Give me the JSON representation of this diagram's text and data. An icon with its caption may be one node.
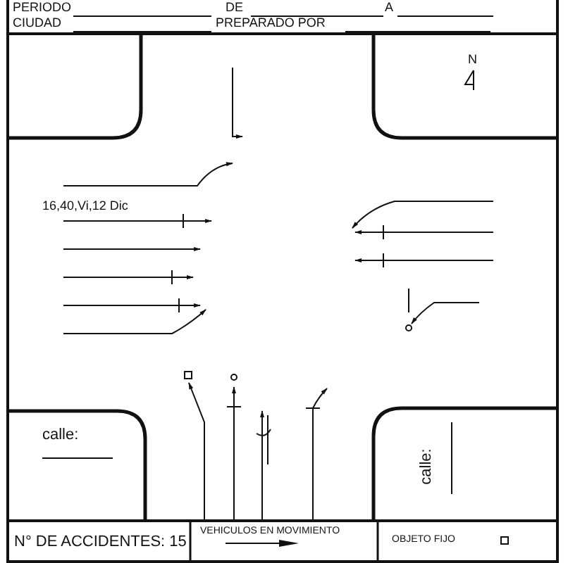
{
  "diagram": {
    "labels": [
      "PERIODO",
      "DE",
      "A",
      "CIUDAD",
      "PREPARADO POR",
      "N",
      "16,40,Vi,12 Dic",
      "calle:",
      "calle:",
      "N° DE ACCIDENTES: 15"
    ],
    "legend": [
      {
        "text": "VEHICULOS EN MOVIMIENTO"
      },
      {
        "text": "OBJETO FIJO"
      }
    ]
  }
}
